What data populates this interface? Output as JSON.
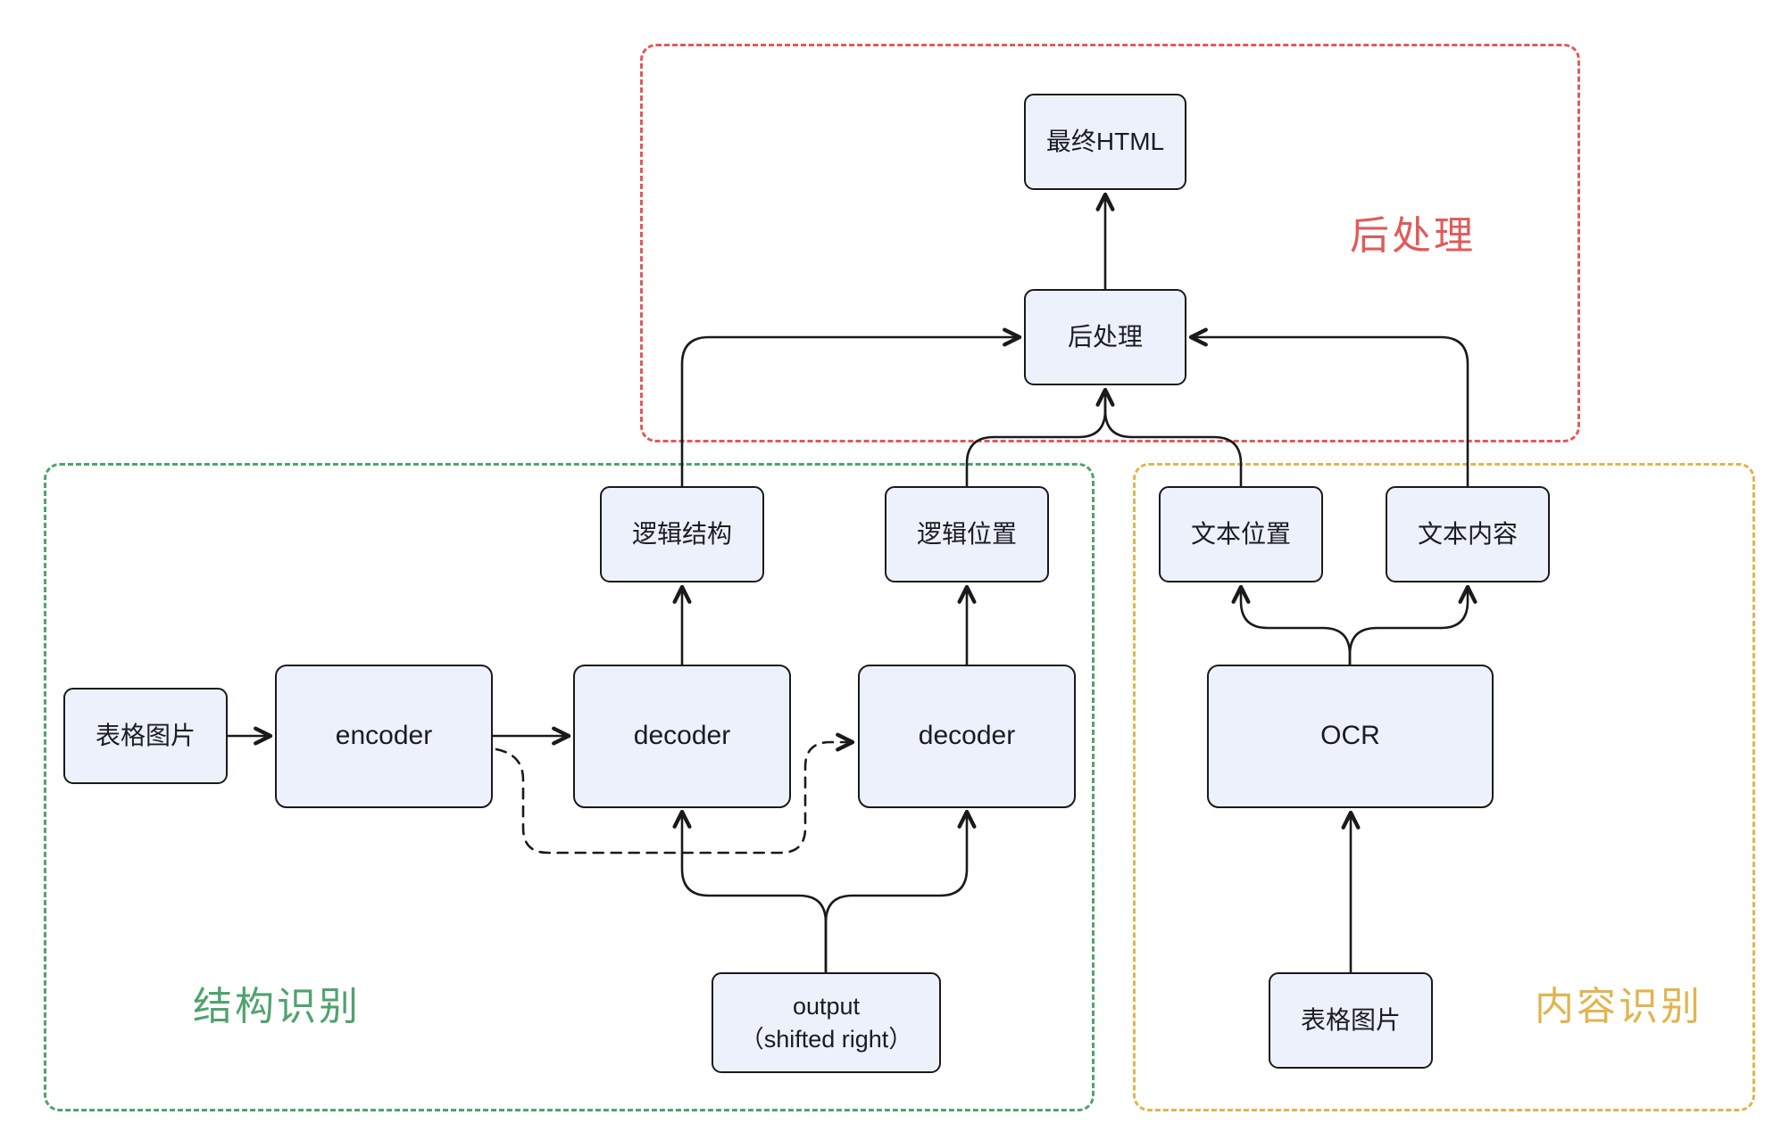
{
  "diagram_title": "table-recognition-pipeline",
  "colors": {
    "node_fill": "#edf1fb",
    "node_border": "#1a1a1a",
    "arrow": "#1a1a1a",
    "region_postprocess": "#e15a5a",
    "region_structure": "#4fa36d",
    "region_content": "#e0b54f"
  },
  "regions": {
    "postprocess": {
      "label": "后处理"
    },
    "structure": {
      "label": "结构识别"
    },
    "content": {
      "label": "内容识别"
    }
  },
  "nodes": {
    "final_html": {
      "label": "最终HTML"
    },
    "postprocess": {
      "label": "后处理"
    },
    "logic_structure": {
      "label": "逻辑结构"
    },
    "logic_position": {
      "label": "逻辑位置"
    },
    "table_image_left": {
      "label": "表格图片"
    },
    "encoder": {
      "label": "encoder"
    },
    "decoder_1": {
      "label": "decoder"
    },
    "decoder_2": {
      "label": "decoder"
    },
    "output": {
      "label_line1": "output",
      "label_line2": "（shifted right）"
    },
    "text_position": {
      "label": "文本位置"
    },
    "text_content": {
      "label": "文本内容"
    },
    "ocr": {
      "label": "OCR"
    },
    "table_image_right": {
      "label": "表格图片"
    }
  },
  "edges": [
    {
      "from": "table_image_left",
      "to": "encoder",
      "style": "solid"
    },
    {
      "from": "encoder",
      "to": "decoder_1",
      "style": "solid"
    },
    {
      "from": "encoder",
      "to": "decoder_2",
      "style": "dashed"
    },
    {
      "from": "decoder_1",
      "to": "logic_structure",
      "style": "solid"
    },
    {
      "from": "decoder_2",
      "to": "logic_position",
      "style": "solid"
    },
    {
      "from": "output",
      "to": "decoder_1",
      "style": "solid"
    },
    {
      "from": "output",
      "to": "decoder_2",
      "style": "solid"
    },
    {
      "from": "logic_structure",
      "to": "postprocess",
      "style": "solid"
    },
    {
      "from": "logic_position",
      "to": "postprocess",
      "style": "solid"
    },
    {
      "from": "text_position",
      "to": "postprocess",
      "style": "solid"
    },
    {
      "from": "text_content",
      "to": "postprocess",
      "style": "solid"
    },
    {
      "from": "ocr",
      "to": "text_position",
      "style": "solid"
    },
    {
      "from": "ocr",
      "to": "text_content",
      "style": "solid"
    },
    {
      "from": "table_image_right",
      "to": "ocr",
      "style": "solid"
    },
    {
      "from": "postprocess",
      "to": "final_html",
      "style": "solid"
    }
  ]
}
